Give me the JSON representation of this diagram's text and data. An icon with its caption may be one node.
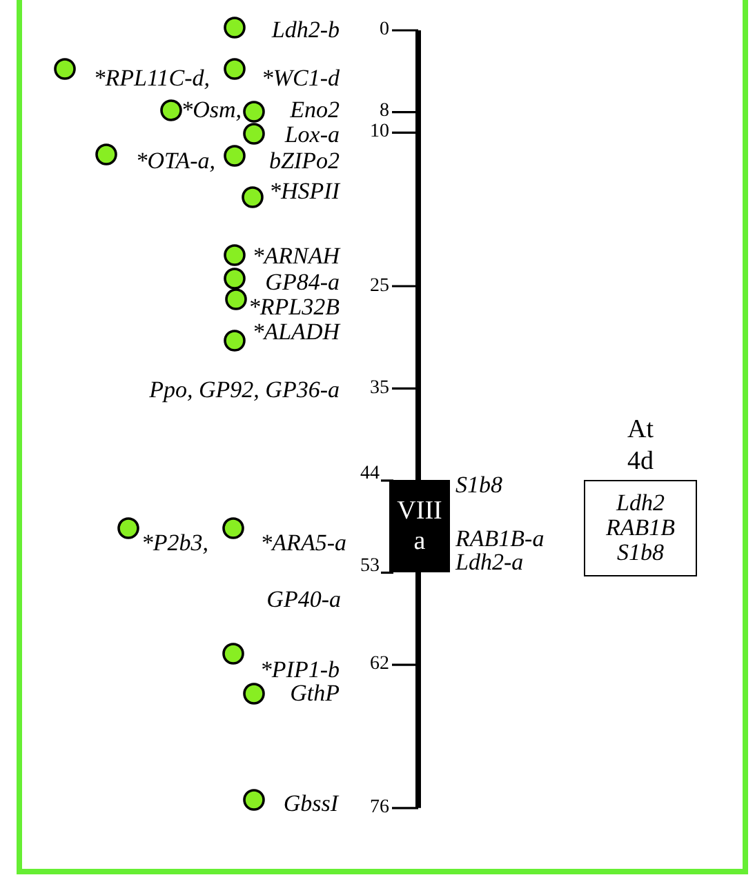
{
  "diagram": {
    "nodes": [
      {
        "text": [
          "VIII a"
        ]
      },
      {
        "text": [
          "At 4d",
          "Ldh2 RAB1B S1b8"
        ]
      }
    ],
    "edges": [],
    "labels": [
      "Ldh2-b",
      "0",
      "*RPL11C-d,",
      "*WC1-d",
      "*Osm,",
      "Eno2",
      "8",
      "Lox-a",
      "10",
      "*OTA-a,",
      "bZIPo2",
      "*HSPII",
      "*ARNAH",
      "GP84-a",
      "25",
      "*RPL32B",
      "*ALADH",
      "Ppo, GP92, GP36-a",
      "35",
      "44",
      "S1b8",
      "*P2b3,",
      "*ARA5-a",
      "RAB1B-a",
      "53",
      "Ldh2-a",
      "GP40-a",
      "*PIP1-b",
      "62",
      "GthP",
      "GbssI",
      "76"
    ]
  }
}
